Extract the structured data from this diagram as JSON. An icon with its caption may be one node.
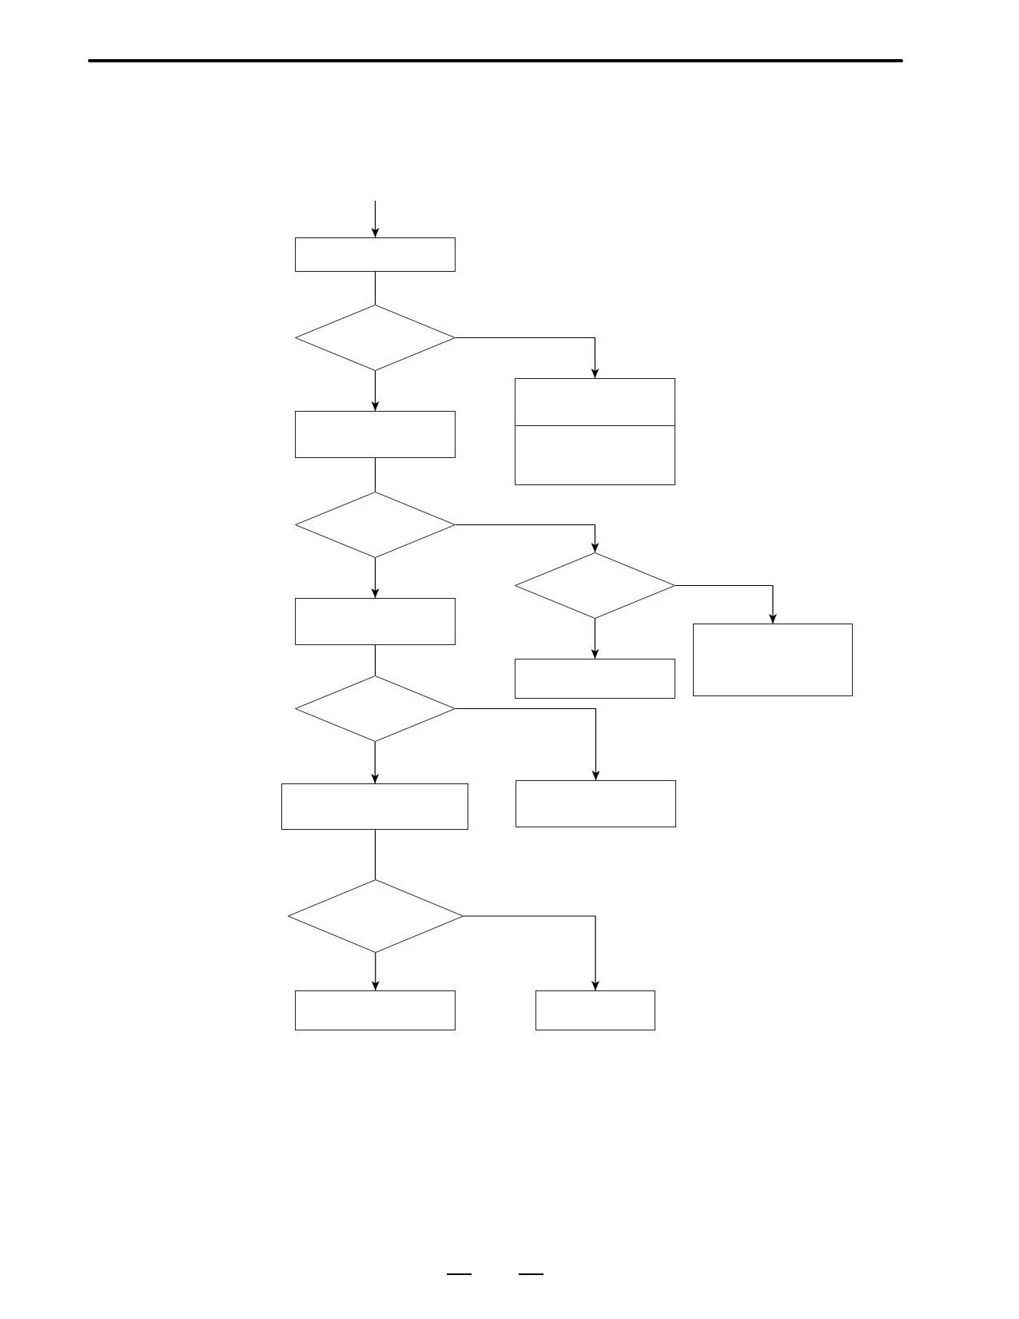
{
  "diagram": {
    "nodes": [
      {
        "text": [],
        "shape": "box"
      },
      {
        "text": [],
        "shape": "diamond"
      },
      {
        "text": [],
        "shape": "box"
      },
      {
        "text": [],
        "shape": "box"
      },
      {
        "text": [],
        "shape": "diamond"
      },
      {
        "text": [],
        "shape": "diamond"
      },
      {
        "text": [],
        "shape": "box"
      },
      {
        "text": [],
        "shape": "box"
      },
      {
        "text": [],
        "shape": "box"
      },
      {
        "text": [],
        "shape": "diamond"
      },
      {
        "text": [],
        "shape": "box"
      },
      {
        "text": [],
        "shape": "box"
      },
      {
        "text": [],
        "shape": "diamond"
      },
      {
        "text": [],
        "shape": "box"
      },
      {
        "text": [],
        "shape": "box"
      }
    ],
    "edges": [
      {
        "from": null,
        "to": 0,
        "arrow": "to"
      },
      {
        "from": 0,
        "to": 1,
        "arrow": "none"
      },
      {
        "from": 1,
        "to": 2,
        "arrow": "to"
      },
      {
        "from": 1,
        "to": 3,
        "arrow": "to"
      },
      {
        "from": 2,
        "to": 4,
        "arrow": "none"
      },
      {
        "from": 4,
        "to": 6,
        "arrow": "to"
      },
      {
        "from": 4,
        "to": 5,
        "arrow": "to"
      },
      {
        "from": 5,
        "to": 7,
        "arrow": "to"
      },
      {
        "from": 5,
        "to": 8,
        "arrow": "to"
      },
      {
        "from": 6,
        "to": 9,
        "arrow": "none"
      },
      {
        "from": 9,
        "to": 10,
        "arrow": "to"
      },
      {
        "from": 9,
        "to": 11,
        "arrow": "to"
      },
      {
        "from": 10,
        "to": 12,
        "arrow": "none"
      },
      {
        "from": 12,
        "to": 13,
        "arrow": "to"
      },
      {
        "from": 12,
        "to": 14,
        "arrow": "to"
      }
    ]
  }
}
